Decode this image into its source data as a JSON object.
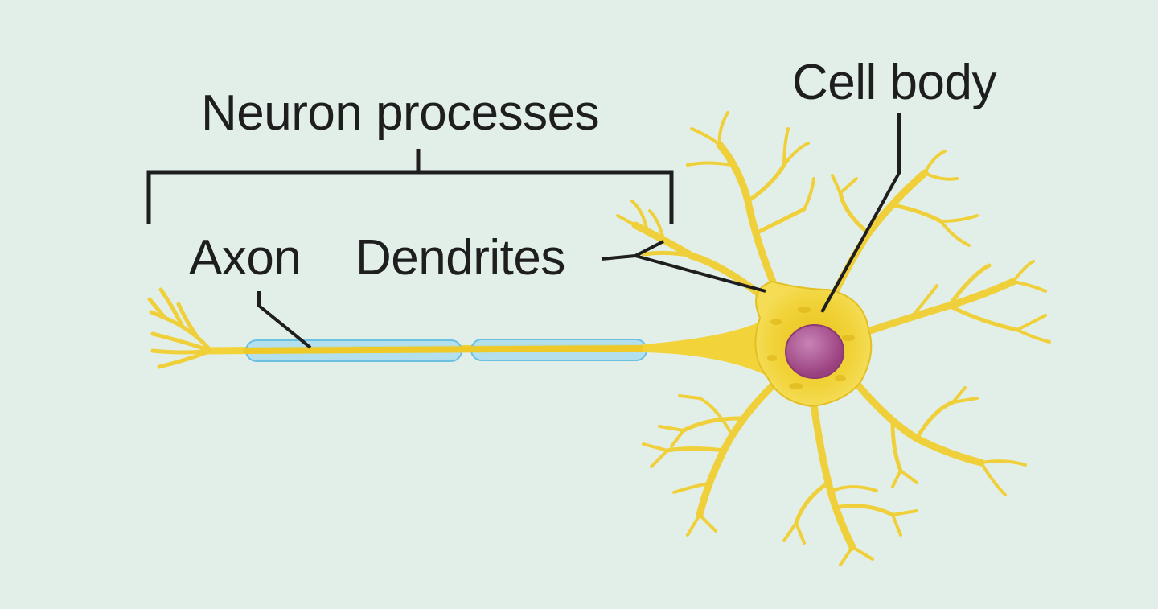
{
  "labels": {
    "neuron_processes": "Neuron processes",
    "cell_body": "Cell body",
    "axon": "Axon",
    "dendrites": "Dendrites"
  },
  "colors": {
    "background": "#e2efe8",
    "neuron_fill": "#f2d43a",
    "neuron_edge": "#d9b520",
    "myelin_sheath": "#a9dcef",
    "myelin_edge": "#6cc0e2",
    "nucleus": "#a04a86",
    "nucleus_highlight": "#c884b4",
    "leader_lines": "#1e1e1e"
  }
}
